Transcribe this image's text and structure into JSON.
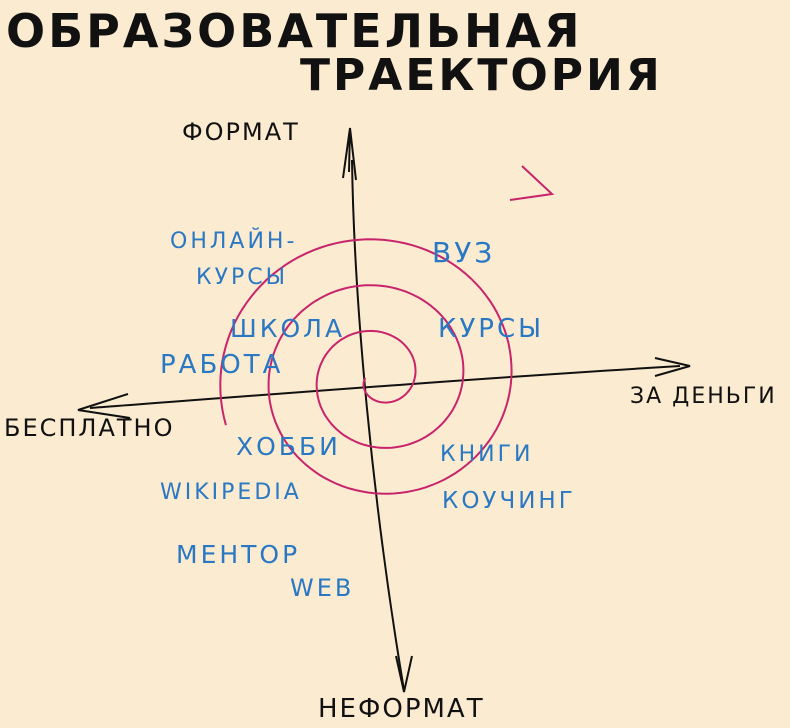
{
  "title": {
    "line1": "ОБРАЗОВАТЕЛЬНАЯ",
    "line2": "ТРАЕКТОРИЯ"
  },
  "axes": {
    "top": "ФОРМАТ",
    "bottom": "НЕФОРМАТ",
    "left": "БЕСПЛАТНО",
    "right": "ЗА ДЕНЬГИ"
  },
  "items": {
    "online_line1": "ОНЛАЙН-",
    "online_line2": "КУРСЫ",
    "vuz": "ВУЗ",
    "shkola": "ШКОЛА",
    "kursy": "КУРСЫ",
    "rabota": "РАБОТА",
    "hobbi": "ХОББИ",
    "knigi": "КНИГИ",
    "wikipedia": "WIKIPEDIA",
    "kouching": "КОУЧИНГ",
    "mentor": "МЕНТОР",
    "web": "WEB"
  },
  "colors": {
    "background": "#fbebd0",
    "ink": "#111111",
    "spiral": "#c8246c",
    "text_blue": "#2a78c4"
  }
}
